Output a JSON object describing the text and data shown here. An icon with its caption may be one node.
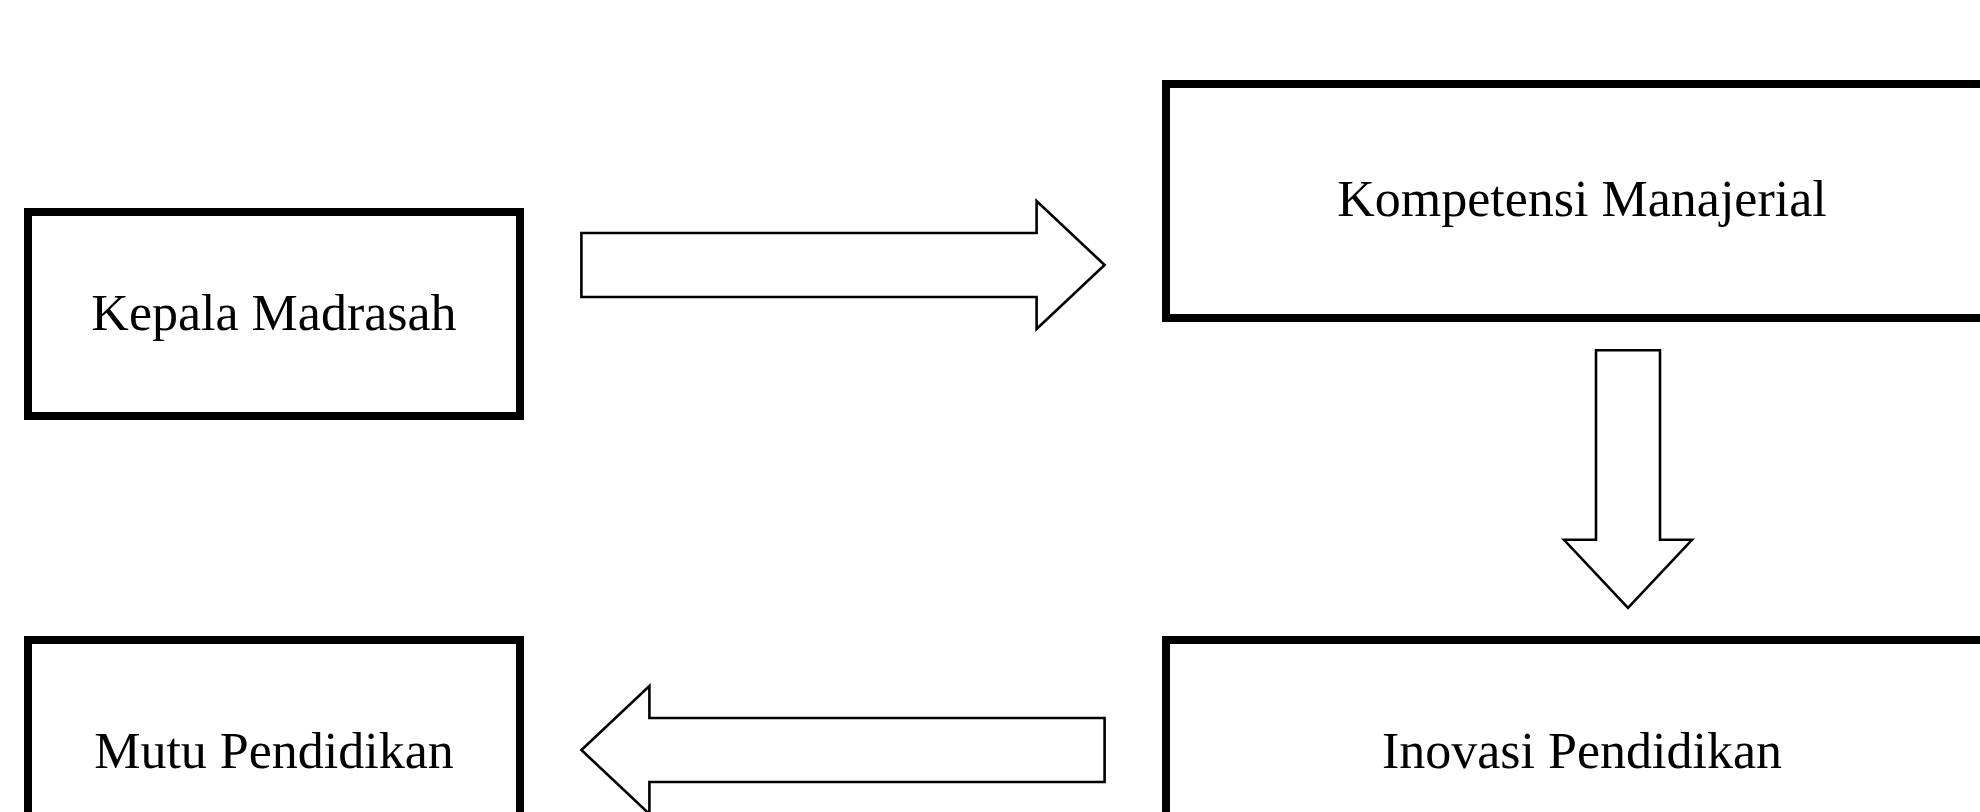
{
  "diagram": {
    "nodes": [
      {
        "text": [
          "Kepala Madrasah"
        ]
      },
      {
        "text": [
          "Kompetensi Manajerial"
        ]
      },
      {
        "text": [
          "Mutu Pendidikan"
        ]
      },
      {
        "text": [
          "Inovasi Pendidikan"
        ]
      }
    ],
    "edges": [
      {
        "from": 0,
        "to": 1,
        "arrow": "to"
      },
      {
        "from": 1,
        "to": 3,
        "arrow": "to"
      },
      {
        "from": 3,
        "to": 2,
        "arrow": "to"
      }
    ]
  }
}
